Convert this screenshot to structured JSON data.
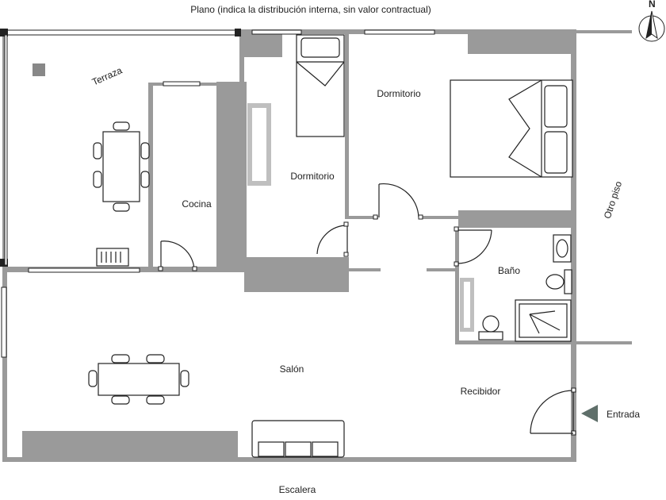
{
  "title": "Plano (indica la distribución interna, sin valor contractual)",
  "compass": {
    "letter": "N",
    "icon": "north-arrow-icon"
  },
  "rooms": {
    "terraza": "Terraza",
    "cocina": "Cocina",
    "dormitorio_1": "Dormitorio",
    "dormitorio_2": "Dormitorio",
    "bano": "Baño",
    "salon": "Salón",
    "recibidor": "Recibidor"
  },
  "labels": {
    "entrada": "Entrada",
    "otro_piso": "Otro piso",
    "escalera": "Escalera"
  },
  "colors": {
    "wall": "#9a9a9a",
    "dark_block": "#7d7d7d",
    "line": "#222222"
  }
}
